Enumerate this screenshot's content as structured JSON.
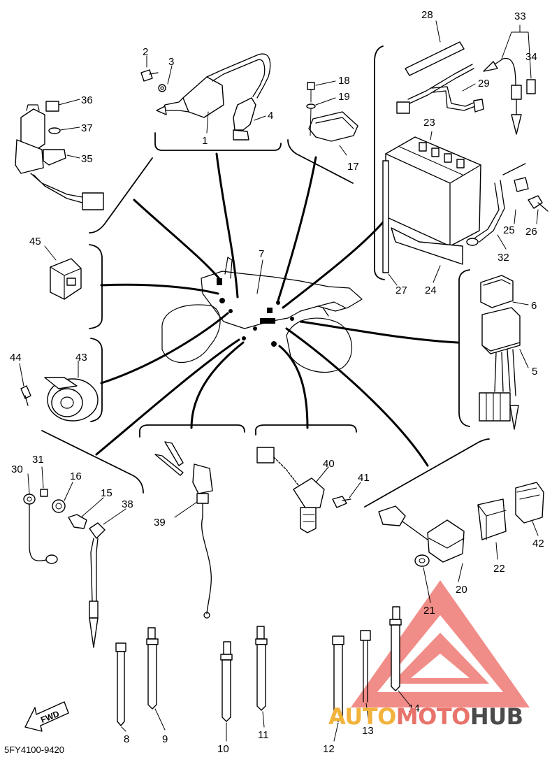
{
  "diagram": {
    "part_labels": [
      "1",
      "2",
      "3",
      "4",
      "5",
      "6",
      "7",
      "8",
      "9",
      "10",
      "11",
      "12",
      "13",
      "14",
      "15",
      "16",
      "17",
      "18",
      "19",
      "20",
      "21",
      "22",
      "23",
      "24",
      "25",
      "26",
      "27",
      "28",
      "29",
      "30",
      "31",
      "32",
      "33",
      "34",
      "35",
      "36",
      "37",
      "38",
      "39",
      "40",
      "41",
      "42",
      "43",
      "44",
      "45"
    ],
    "direction_arrow": "FWD",
    "drawing_code": "5FY4100-9420",
    "watermark": {
      "part1": "AUTO",
      "part2": "MOTO",
      "part3": "HUB",
      "colors": {
        "auto": "#f2b33d",
        "moto": "#e8736b",
        "hub": "#4a4a4a",
        "logo": "#ef6f6a"
      }
    }
  }
}
